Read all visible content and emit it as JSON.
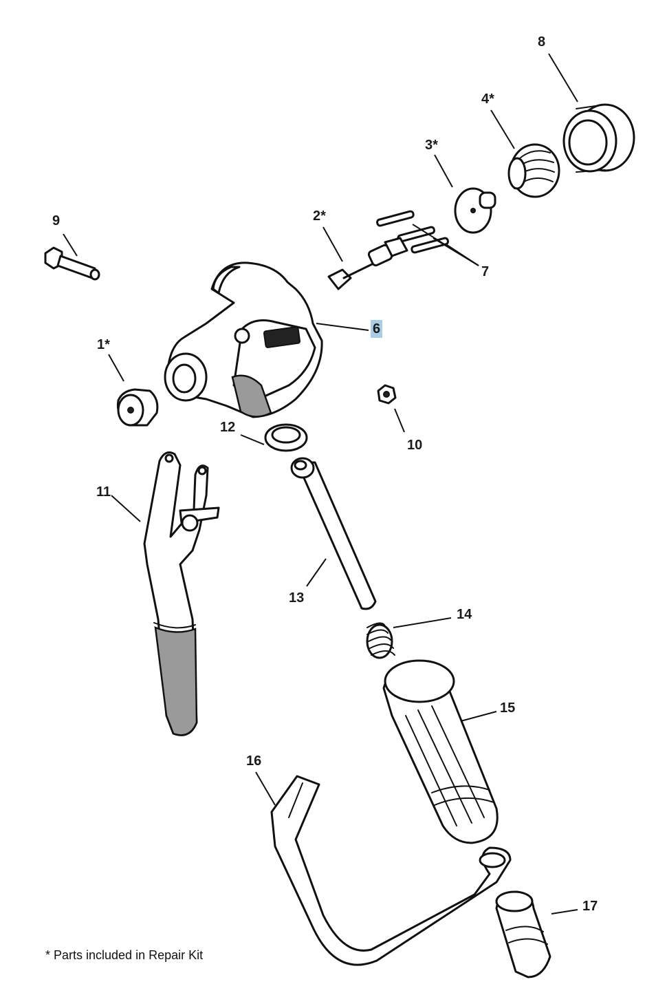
{
  "callouts": {
    "p1": "1*",
    "p2": "2*",
    "p3": "3*",
    "p4": "4*",
    "p6": "6",
    "p7": "7",
    "p8": "8",
    "p9": "9",
    "p10": "10",
    "p11": "11",
    "p12": "12",
    "p13": "13",
    "p14": "14",
    "p15": "15",
    "p16": "16",
    "p17": "17"
  },
  "footnote": "* Parts included in Repair Kit",
  "colors": {
    "highlight": "#a9cde6",
    "ink": "#111111",
    "background": "#ffffff"
  }
}
